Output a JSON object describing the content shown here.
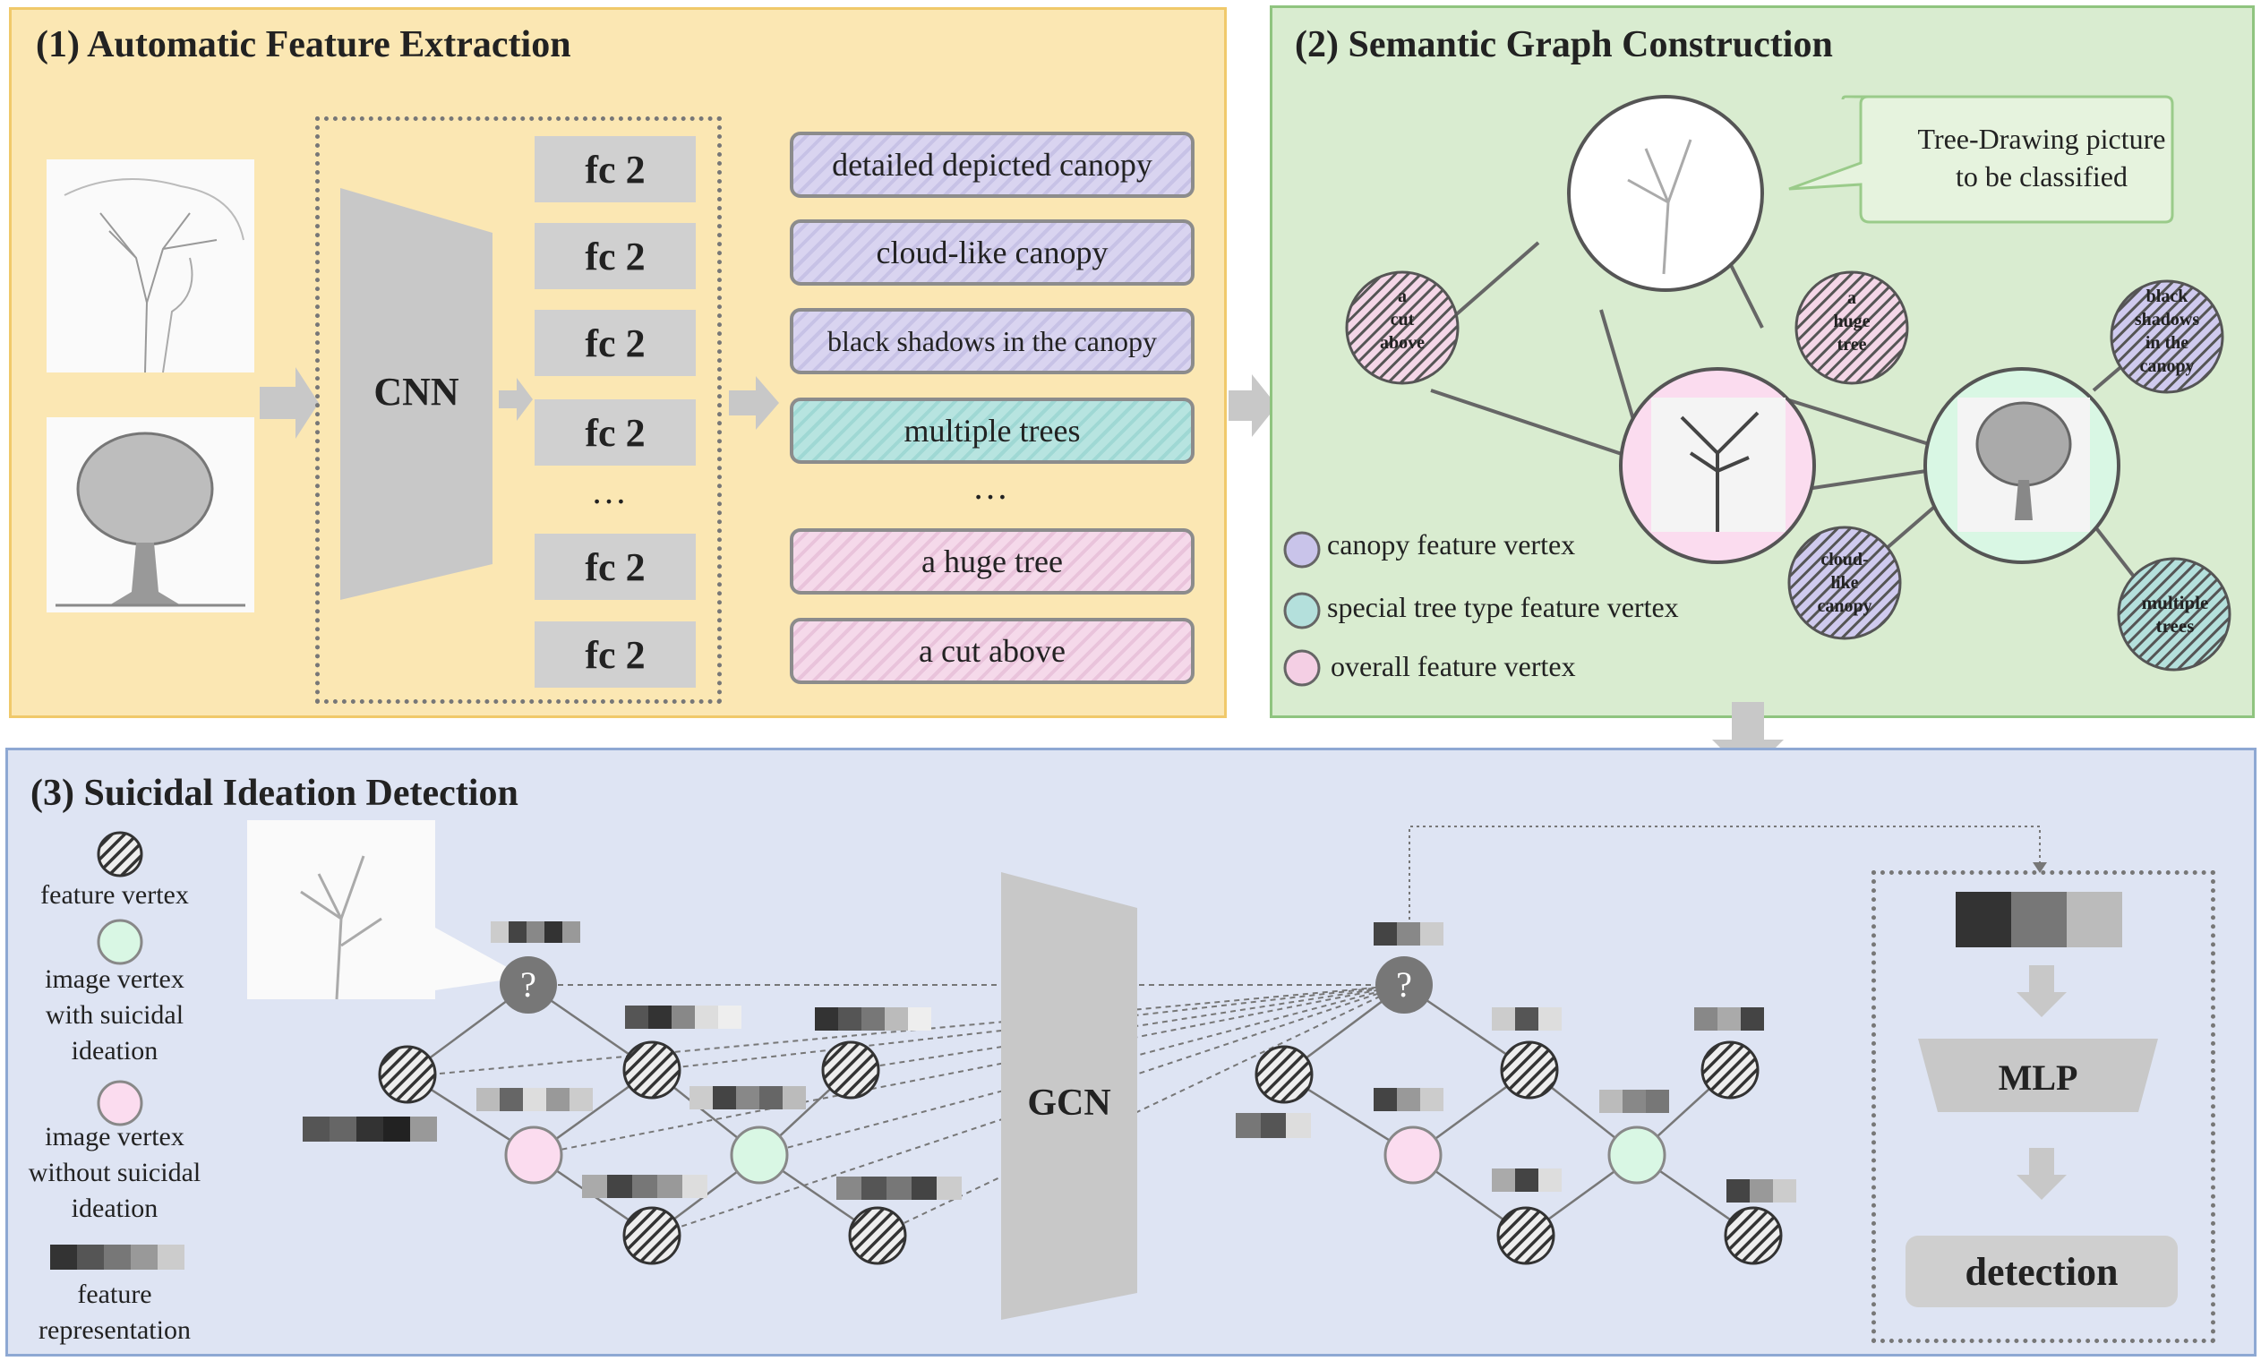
{
  "panels": {
    "extraction_title": "(1) Automatic Feature Extraction",
    "graph_title": "(2) Semantic Graph Construction",
    "detection_title": "(3) Suicidal Ideation Detection"
  },
  "extraction": {
    "cnn_label": "CNN",
    "fc_label": "fc 2",
    "ellipsis": "…",
    "features": [
      {
        "label": "detailed depicted canopy",
        "type": "canopy"
      },
      {
        "label": "cloud-like canopy",
        "type": "canopy"
      },
      {
        "label": "black shadows in the canopy",
        "type": "canopy"
      },
      {
        "label": "multiple trees",
        "type": "special"
      },
      {
        "label": "a huge tree",
        "type": "overall"
      },
      {
        "label": "a cut above",
        "type": "overall"
      }
    ]
  },
  "graph": {
    "callout": [
      "Tree-Drawing picture",
      "to be classified"
    ],
    "vertices": {
      "cut_above": [
        "a",
        "cut",
        "above"
      ],
      "huge_tree": [
        "a",
        "huge",
        "tree"
      ],
      "black_shadows": [
        "black",
        "shadows",
        "in the",
        "canopy"
      ],
      "cloud_like": [
        "cloud-",
        "like",
        "canopy"
      ],
      "multiple_trees": [
        "multiple",
        "trees"
      ]
    },
    "legend": [
      {
        "label": "canopy feature vertex",
        "color": "#c9c4ea"
      },
      {
        "label": "special tree type feature vertex",
        "color": "#b4e0dc"
      },
      {
        "label": "overall feature vertex",
        "color": "#f4cfe4"
      }
    ]
  },
  "detection": {
    "legend": {
      "feature_vertex": "feature vertex",
      "image_with": [
        "image vertex",
        "with suicidal",
        "ideation"
      ],
      "image_without": [
        "image vertex",
        "without suicidal",
        "ideation"
      ],
      "feature_rep": [
        "feature",
        "representation"
      ]
    },
    "question_mark": "?",
    "gcn_label": "GCN",
    "mlp_label": "MLP",
    "detection_label": "detection"
  },
  "colors": {
    "canopy": "#c9c4ea",
    "special": "#b4e0dc",
    "overall": "#f4cfe4",
    "with_suicidal": "#d9f7e4",
    "without_suicidal": "#fbdcef"
  }
}
